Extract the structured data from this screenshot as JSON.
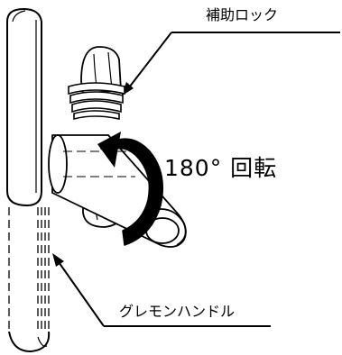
{
  "labels": {
    "auxiliary_lock": "補助ロック",
    "rotation": "180°  回転",
    "handle": "グレモンハンドル"
  },
  "colors": {
    "line": "#000000",
    "background": "#ffffff",
    "arrow": "#000000"
  }
}
